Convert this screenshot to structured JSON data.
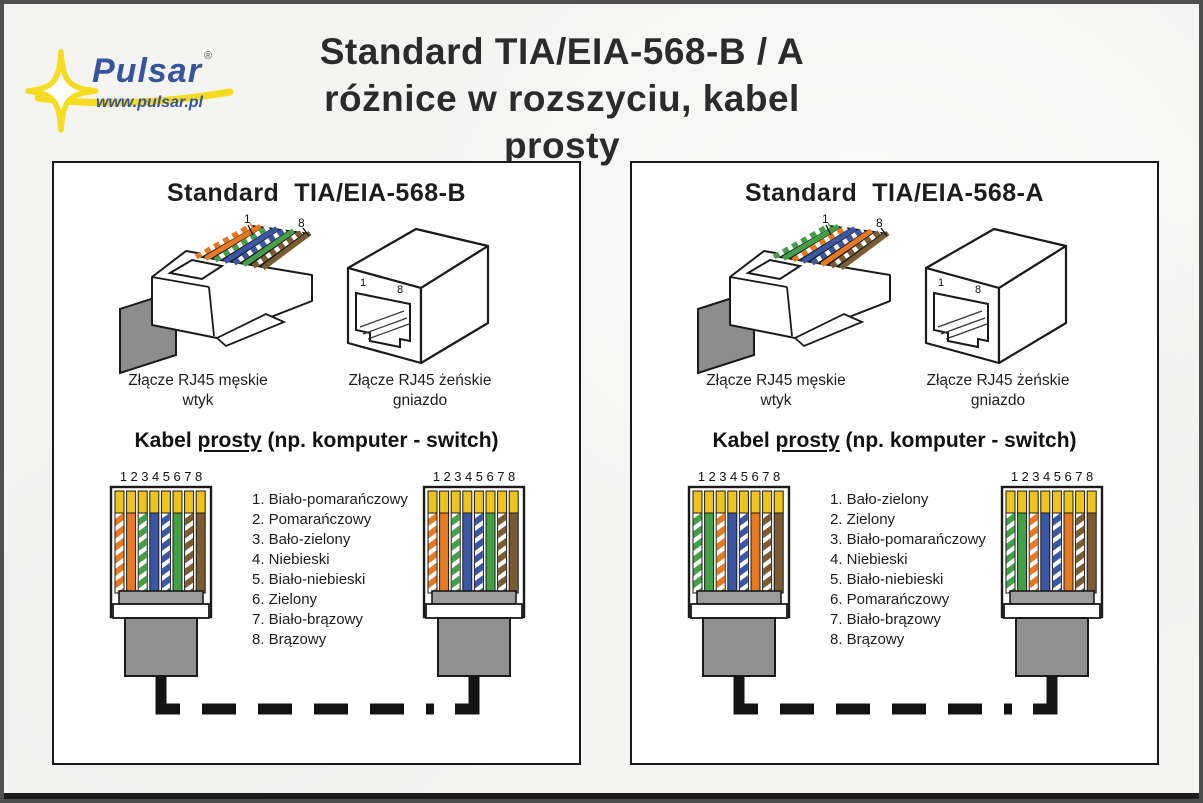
{
  "header": {
    "logo": {
      "brand": "Pulsar",
      "reg": "®",
      "url": "www.pulsar.pl"
    },
    "title_line1": "Standard TIA/EIA-568-B / A",
    "title_line2": "różnice w rozszyciu, kabel prosty"
  },
  "colors": {
    "orange": "#E8791F",
    "green": "#43A047",
    "blue": "#3B56A5",
    "brown": "#7A5B32",
    "gold": "#EFC31E",
    "logo_yellow": "#F6DC20",
    "logo_blue": "#37559E"
  },
  "panels": [
    {
      "title": "Standard  TIA/EIA-568-B",
      "male_label_1": "1",
      "male_label_8": "8",
      "male_caption_1": "Złącze RJ45 męskie",
      "male_caption_2": "wtyk",
      "female_label_1": "1",
      "female_label_8": "8",
      "female_caption_1": "Złącze RJ45 żeńskie",
      "female_caption_2": "gniazdo",
      "cable_heading": {
        "pre": "Kabel ",
        "underlined": "prosty",
        "post": " (np. komputer - switch)"
      },
      "pin_numbers": "12345678",
      "wires": [
        {
          "name": "biało-pomarańczowy",
          "type": "striped",
          "color": "orange"
        },
        {
          "name": "pomarańczowy",
          "type": "solid",
          "color": "orange"
        },
        {
          "name": "biało-zielony",
          "type": "striped",
          "color": "green"
        },
        {
          "name": "niebieski",
          "type": "solid",
          "color": "blue"
        },
        {
          "name": "biało-niebieski",
          "type": "striped",
          "color": "blue"
        },
        {
          "name": "zielony",
          "type": "solid",
          "color": "green"
        },
        {
          "name": "biało-brązowy",
          "type": "striped",
          "color": "brown"
        },
        {
          "name": "brązowy",
          "type": "solid",
          "color": "brown"
        }
      ],
      "list": [
        "1. Biało-pomarańczowy",
        "2. Pomarańczowy",
        "3. Bało-zielony",
        "4. Niebieski",
        "5. Biało-niebieski",
        "6. Zielony",
        "7. Biało-brązowy",
        "8. Brązowy"
      ]
    },
    {
      "title": "Standard  TIA/EIA-568-A",
      "male_label_1": "1",
      "male_label_8": "8",
      "male_caption_1": "Złącze RJ45 męskie",
      "male_caption_2": "wtyk",
      "female_label_1": "1",
      "female_label_8": "8",
      "female_caption_1": "Złącze RJ45 żeńskie",
      "female_caption_2": "gniazdo",
      "cable_heading": {
        "pre": "Kabel ",
        "underlined": "prosty",
        "post": " (np. komputer - switch)"
      },
      "pin_numbers": "12345678",
      "wires": [
        {
          "name": "biało-zielony",
          "type": "striped",
          "color": "green"
        },
        {
          "name": "zielony",
          "type": "solid",
          "color": "green"
        },
        {
          "name": "biało-pomarańczowy",
          "type": "striped",
          "color": "orange"
        },
        {
          "name": "niebieski",
          "type": "solid",
          "color": "blue"
        },
        {
          "name": "biało-niebieski",
          "type": "striped",
          "color": "blue"
        },
        {
          "name": "pomarańczowy",
          "type": "solid",
          "color": "orange"
        },
        {
          "name": "biało-brązowy",
          "type": "striped",
          "color": "brown"
        },
        {
          "name": "brązowy",
          "type": "solid",
          "color": "brown"
        }
      ],
      "list": [
        "1. Bało-zielony",
        "2. Zielony",
        "3. Biało-pomarańczowy",
        "4. Niebieski",
        "5. Biało-niebieski",
        "6. Pomarańczowy",
        "7. Biało-brązowy",
        "8. Brązowy"
      ]
    }
  ]
}
